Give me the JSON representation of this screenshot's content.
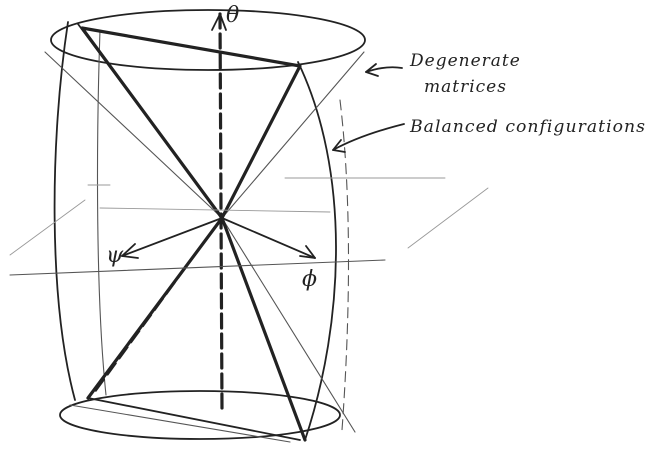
{
  "axes": {
    "theta": "θ",
    "psi": "ψ",
    "phi": "ϕ"
  },
  "labels": {
    "degenerate_line1": "Degenerate",
    "degenerate_line2": "matrices",
    "balanced": "Balanced configurations"
  }
}
